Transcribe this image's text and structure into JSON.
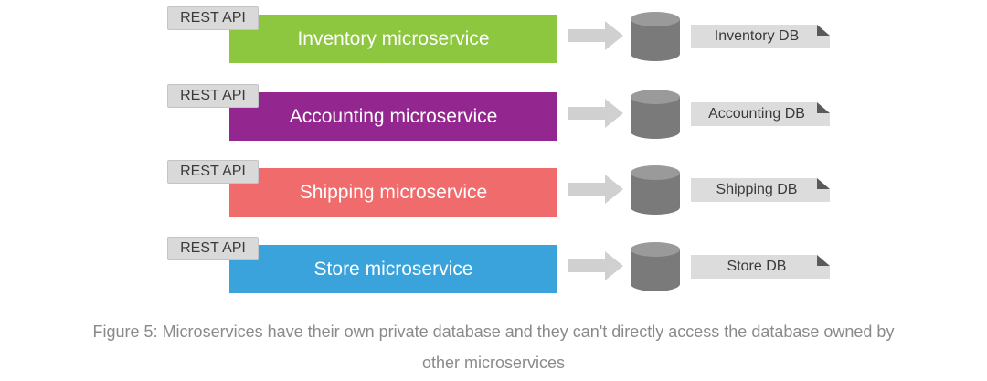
{
  "services": [
    {
      "api_label": "REST API",
      "name": "Inventory microservice",
      "db_label": "Inventory DB",
      "color": "#8dc63f"
    },
    {
      "api_label": "REST API",
      "name": "Accounting microservice",
      "db_label": "Accounting DB",
      "color": "#93278f"
    },
    {
      "api_label": "REST API",
      "name": "Shipping microservice",
      "db_label": "Shipping DB",
      "color": "#f06b6b"
    },
    {
      "api_label": "REST API",
      "name": "Store microservice",
      "db_label": "Store DB",
      "color": "#3ba3dc"
    }
  ],
  "colors": {
    "api_tag_bg": "#d9d9d9",
    "arrow": "#d0d0d0",
    "db_icon": "#7a7a7a",
    "db_label_bg": "#dcdcdc",
    "caption": "#8a8a8a"
  },
  "icons": {
    "arrow": "right-arrow-icon",
    "database": "database-icon"
  },
  "caption": {
    "line1": "Figure 5: Microservices have their own private database and they can't directly access the database owned by",
    "line2": "other microservices"
  }
}
